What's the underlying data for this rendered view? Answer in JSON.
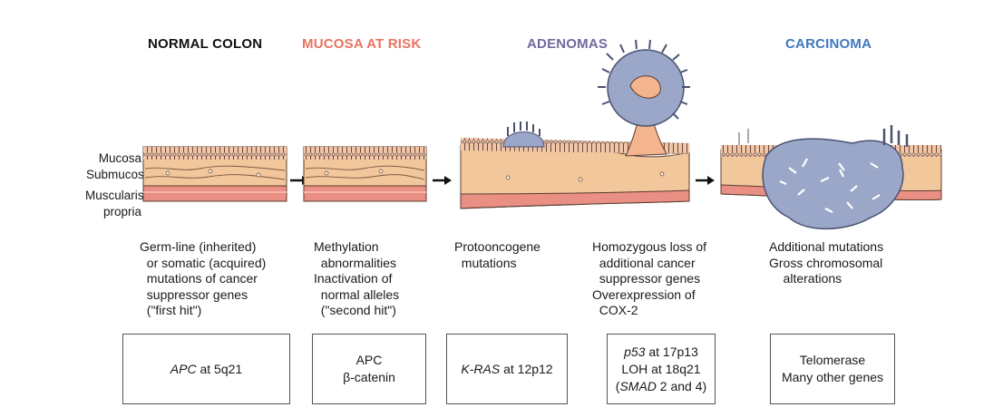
{
  "colors": {
    "normal_title": "#111111",
    "risk_title": "#e8735f",
    "adenoma_title": "#6f6a9e",
    "carcinoma_title": "#3f78c0",
    "mucosa": "#f0c5a8",
    "submucosa": "#f3c79c",
    "muscularis": "#e98f83",
    "neoplasia": "#9aa7c9"
  },
  "stages": {
    "normal": "NORMAL COLON",
    "risk": "MUCOSA AT RISK",
    "adenomas": "ADENOMAS",
    "carcinoma": "CARCINOMA"
  },
  "layers": {
    "mucosa": "Mucosa",
    "submucosa": "Submucosa",
    "muscularis": "Muscularis",
    "propria": "propria"
  },
  "descriptions": {
    "normal": "Germ-line (inherited)\n  or somatic (acquired)\n  mutations of cancer\n  suppressor genes\n  (\"first hit\")",
    "risk": "Methylation\n  abnormalities\nInactivation of\n  normal alleles\n  (\"second hit\")",
    "adenoma_early": "Protooncogene\n  mutations",
    "adenoma_late": "Homozygous loss of\n  additional cancer\n  suppressor genes\nOverexpression of\n  COX-2",
    "carcinoma": "Additional mutations\nGross chromosomal\n    alterations"
  },
  "genes": {
    "box1": {
      "gene": "APC",
      "locus": " at 5q21"
    },
    "box2": {
      "gene1": "APC",
      "gene2": "β-catenin"
    },
    "box3": {
      "gene": "K-RAS",
      "locus": " at 12p12"
    },
    "box4": {
      "gene": "p53",
      "locus": " at 17p13",
      "line2": "LOH at 18q21",
      "open": "(",
      "gene2": "SMAD",
      "tail": " 2 and 4)"
    },
    "box5": {
      "line1": "Telomerase",
      "line2": "Many other genes"
    }
  }
}
